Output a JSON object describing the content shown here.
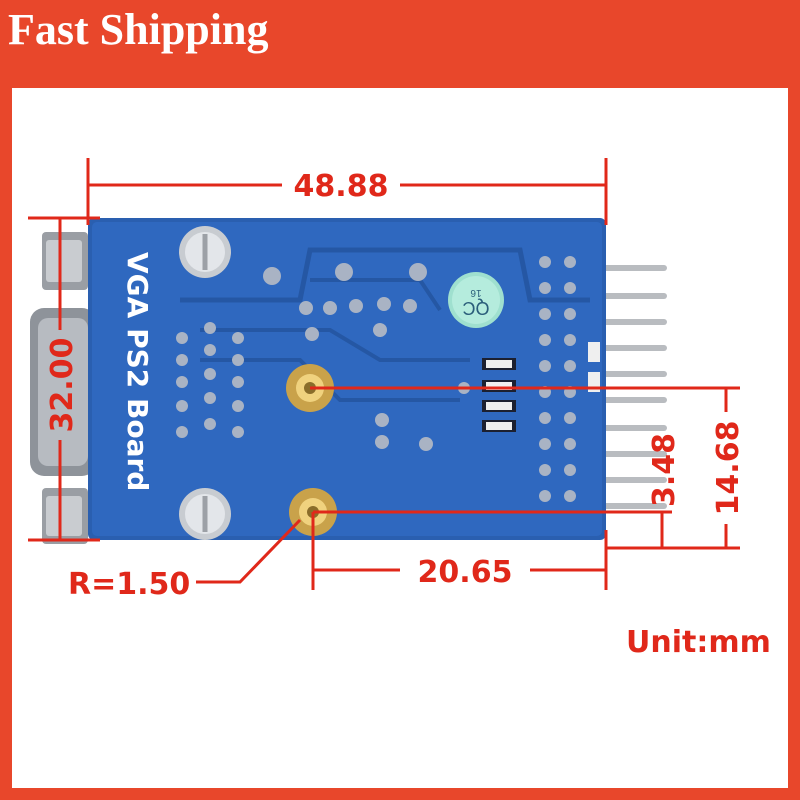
{
  "badge": {
    "text": "Fast Shipping",
    "bg_color": "#e8472b"
  },
  "board": {
    "label": "VGA PS2 Board",
    "qc_text": "QC",
    "qc_sub": "16",
    "color": "#2a5fb0"
  },
  "dimensions": {
    "width": "48.88",
    "height": "32.00",
    "hole_offset_small": "3.48",
    "hole_offset_large": "14.68",
    "hole_distance": "20.65",
    "radius": "R=1.50",
    "color": "#e0281a"
  },
  "unit": "Unit:mm"
}
